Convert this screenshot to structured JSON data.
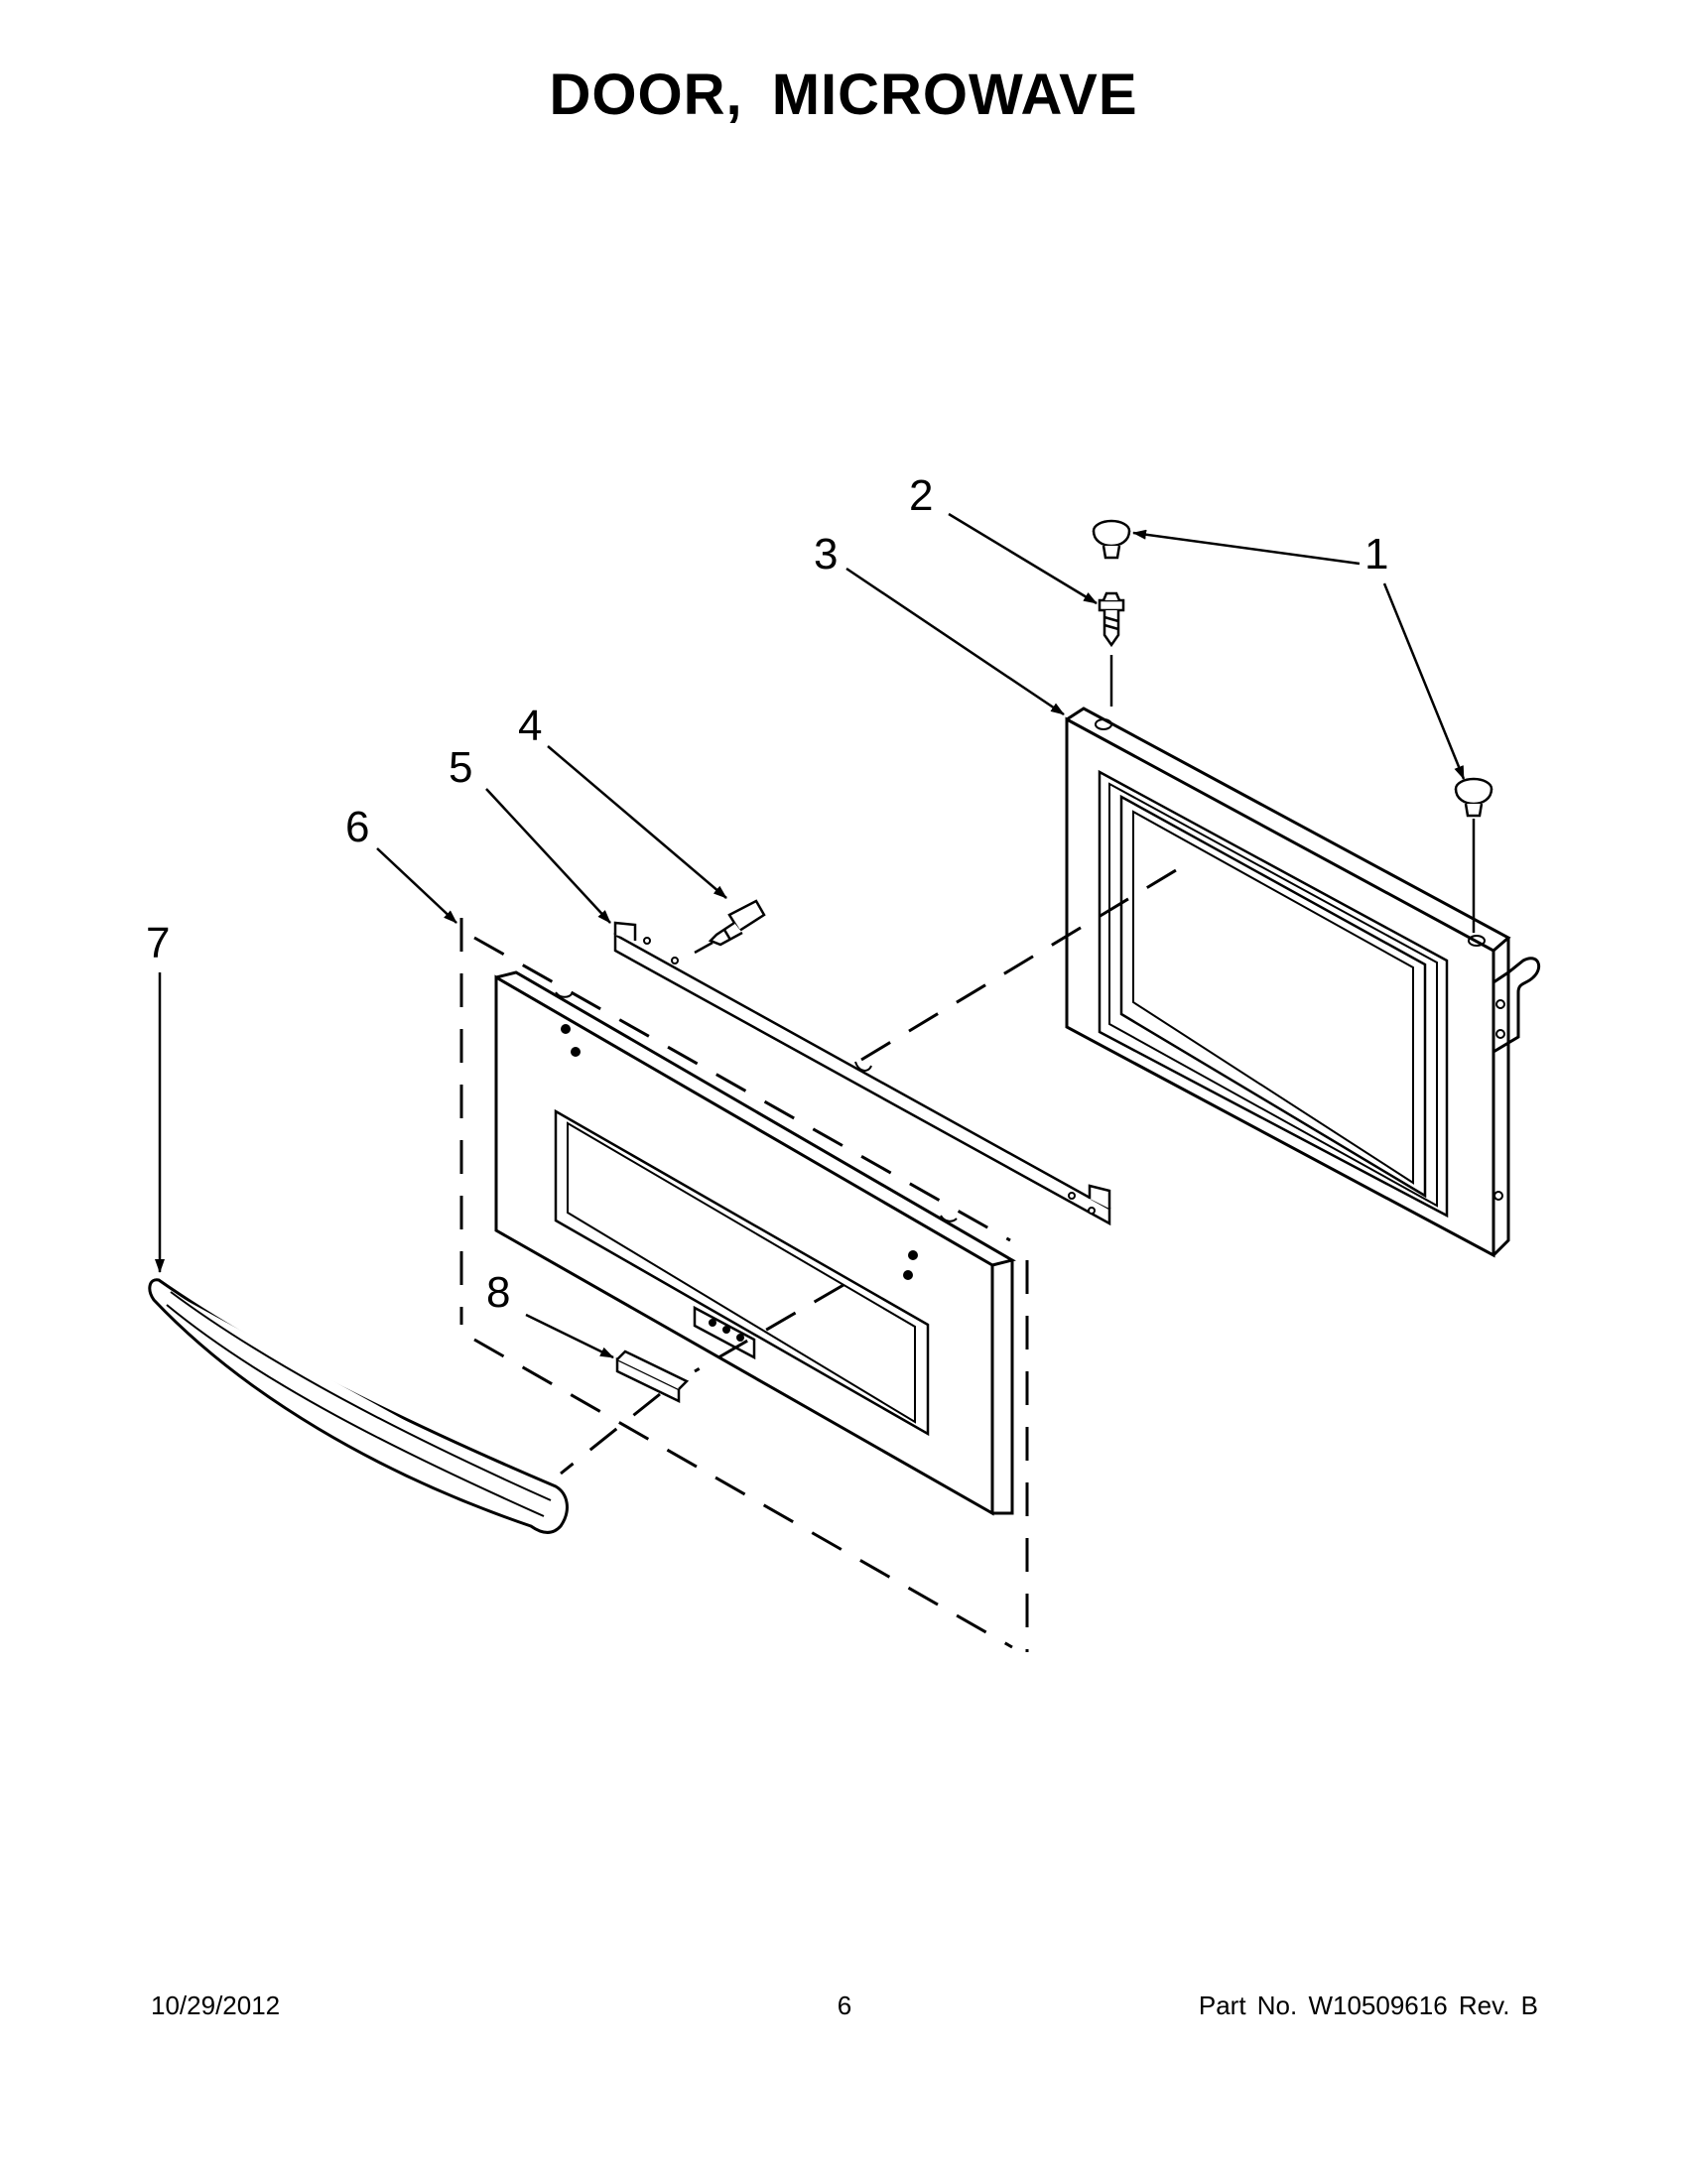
{
  "title": "DOOR,  MICROWAVE",
  "callouts": {
    "c1": "1",
    "c2": "2",
    "c3": "3",
    "c4": "4",
    "c5": "5",
    "c6": "6",
    "c7": "7",
    "c8": "8"
  },
  "footer": {
    "date": "10/29/2012",
    "page": "6",
    "part": "Part No.  W10509616  Rev.  B"
  },
  "colors": {
    "ink": "#000000",
    "paper": "#ffffff"
  }
}
